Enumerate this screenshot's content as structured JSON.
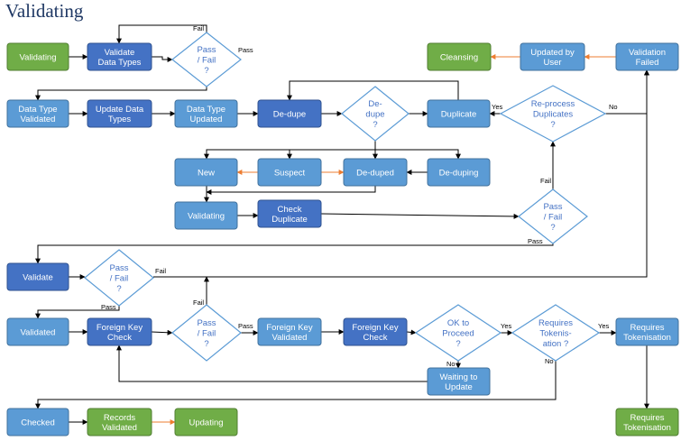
{
  "page": {
    "title": "Validating"
  },
  "colors": {
    "green": "#70ad47",
    "green_stroke": "#507e32",
    "blue_light": "#5b9bd5",
    "blue_light_stroke": "#41719c",
    "blue_dark": "#4472c4",
    "blue_dark_stroke": "#2f528f",
    "decision_stroke": "#5b9bd5",
    "arrow_black": "#000000",
    "arrow_orange": "#ed7d31"
  },
  "nodes": [
    {
      "id": "n-validating-start",
      "lines": [
        "Validating"
      ],
      "kind": "green"
    },
    {
      "id": "n-validate-data-types",
      "lines": [
        "Validate",
        "Data Types"
      ],
      "kind": "dark"
    },
    {
      "id": "n-data-type-validated",
      "lines": [
        "Data Type",
        "Validated"
      ],
      "kind": "light"
    },
    {
      "id": "n-update-data-types",
      "lines": [
        "Update Data",
        "Types"
      ],
      "kind": "dark"
    },
    {
      "id": "n-data-type-updated",
      "lines": [
        "Data Type",
        "Updated"
      ],
      "kind": "light"
    },
    {
      "id": "n-de-dupe",
      "lines": [
        "De-dupe"
      ],
      "kind": "dark"
    },
    {
      "id": "n-duplicate",
      "lines": [
        "Duplicate"
      ],
      "kind": "light"
    },
    {
      "id": "n-cleansing",
      "lines": [
        "Cleansing"
      ],
      "kind": "green"
    },
    {
      "id": "n-updated-by-user",
      "lines": [
        "Updated by",
        "User"
      ],
      "kind": "light"
    },
    {
      "id": "n-validation-failed",
      "lines": [
        "Validation",
        "Failed"
      ],
      "kind": "light"
    },
    {
      "id": "n-new",
      "lines": [
        "New"
      ],
      "kind": "light"
    },
    {
      "id": "n-suspect",
      "lines": [
        "Suspect"
      ],
      "kind": "light"
    },
    {
      "id": "n-de-duped",
      "lines": [
        "De-duped"
      ],
      "kind": "light"
    },
    {
      "id": "n-de-duping",
      "lines": [
        "De-duping"
      ],
      "kind": "light"
    },
    {
      "id": "n-validating-2",
      "lines": [
        "Validating"
      ],
      "kind": "light"
    },
    {
      "id": "n-check-duplicate",
      "lines": [
        "Check",
        "Duplicate"
      ],
      "kind": "dark"
    },
    {
      "id": "n-validate",
      "lines": [
        "Validate"
      ],
      "kind": "dark"
    },
    {
      "id": "n-validated",
      "lines": [
        "Validated"
      ],
      "kind": "light"
    },
    {
      "id": "n-foreign-key-check-1",
      "lines": [
        "Foreign Key",
        "Check"
      ],
      "kind": "dark"
    },
    {
      "id": "n-foreign-key-validated",
      "lines": [
        "Foreign Key",
        "Validated"
      ],
      "kind": "light"
    },
    {
      "id": "n-foreign-key-check-2",
      "lines": [
        "Foreign Key",
        "Check"
      ],
      "kind": "dark"
    },
    {
      "id": "n-requires-tokenisation-1",
      "lines": [
        "Requires",
        "Tokenisation"
      ],
      "kind": "light"
    },
    {
      "id": "n-waiting-to-update",
      "lines": [
        "Waiting to",
        "Update"
      ],
      "kind": "light"
    },
    {
      "id": "n-checked",
      "lines": [
        "Checked"
      ],
      "kind": "light"
    },
    {
      "id": "n-records-validated",
      "lines": [
        "Records",
        "Validated"
      ],
      "kind": "green"
    },
    {
      "id": "n-updating",
      "lines": [
        "Updating"
      ],
      "kind": "green"
    },
    {
      "id": "n-requires-tokenisation-2",
      "lines": [
        "Requires",
        "Tokenisation"
      ],
      "kind": "green"
    }
  ],
  "decisions": [
    {
      "id": "d-pass-fail-1",
      "lines": [
        "Pass",
        "/  Fail",
        "?"
      ]
    },
    {
      "id": "d-de-dupe",
      "lines": [
        "De-",
        "dupe",
        "?"
      ]
    },
    {
      "id": "d-reprocess",
      "lines": [
        "Re-process",
        "Duplicates",
        "?"
      ]
    },
    {
      "id": "d-pass-fail-2",
      "lines": [
        "Pass",
        "/  Fail",
        "?"
      ]
    },
    {
      "id": "d-pass-fail-3",
      "lines": [
        "Pass",
        "/  Fail",
        "?"
      ]
    },
    {
      "id": "d-pass-fail-4",
      "lines": [
        "Pass",
        "/  Fail",
        "?"
      ]
    },
    {
      "id": "d-ok-to-proceed",
      "lines": [
        "OK to",
        "Proceed",
        "?"
      ]
    },
    {
      "id": "d-requires-tokenisation",
      "lines": [
        "Requires",
        "Tokenis-",
        "ation ?"
      ]
    }
  ],
  "edge_labels": [
    {
      "id": "lbl-fail-1",
      "text": "Fail"
    },
    {
      "id": "lbl-pass-1",
      "text": "Pass"
    },
    {
      "id": "lbl-yes-reprocess",
      "text": "Yes"
    },
    {
      "id": "lbl-no-reprocess",
      "text": "No"
    },
    {
      "id": "lbl-fail-2",
      "text": "Fail"
    },
    {
      "id": "lbl-pass-2",
      "text": "Pass"
    },
    {
      "id": "lbl-fail-3",
      "text": "Fail"
    },
    {
      "id": "lbl-pass-3",
      "text": "Pass"
    },
    {
      "id": "lbl-fail-4",
      "text": "Fail"
    },
    {
      "id": "lbl-pass-4",
      "text": "Pass"
    },
    {
      "id": "lbl-yes-ok",
      "text": "Yes"
    },
    {
      "id": "lbl-no-ok",
      "text": "No"
    },
    {
      "id": "lbl-yes-token",
      "text": "Yes"
    },
    {
      "id": "lbl-no-token",
      "text": "No"
    }
  ]
}
